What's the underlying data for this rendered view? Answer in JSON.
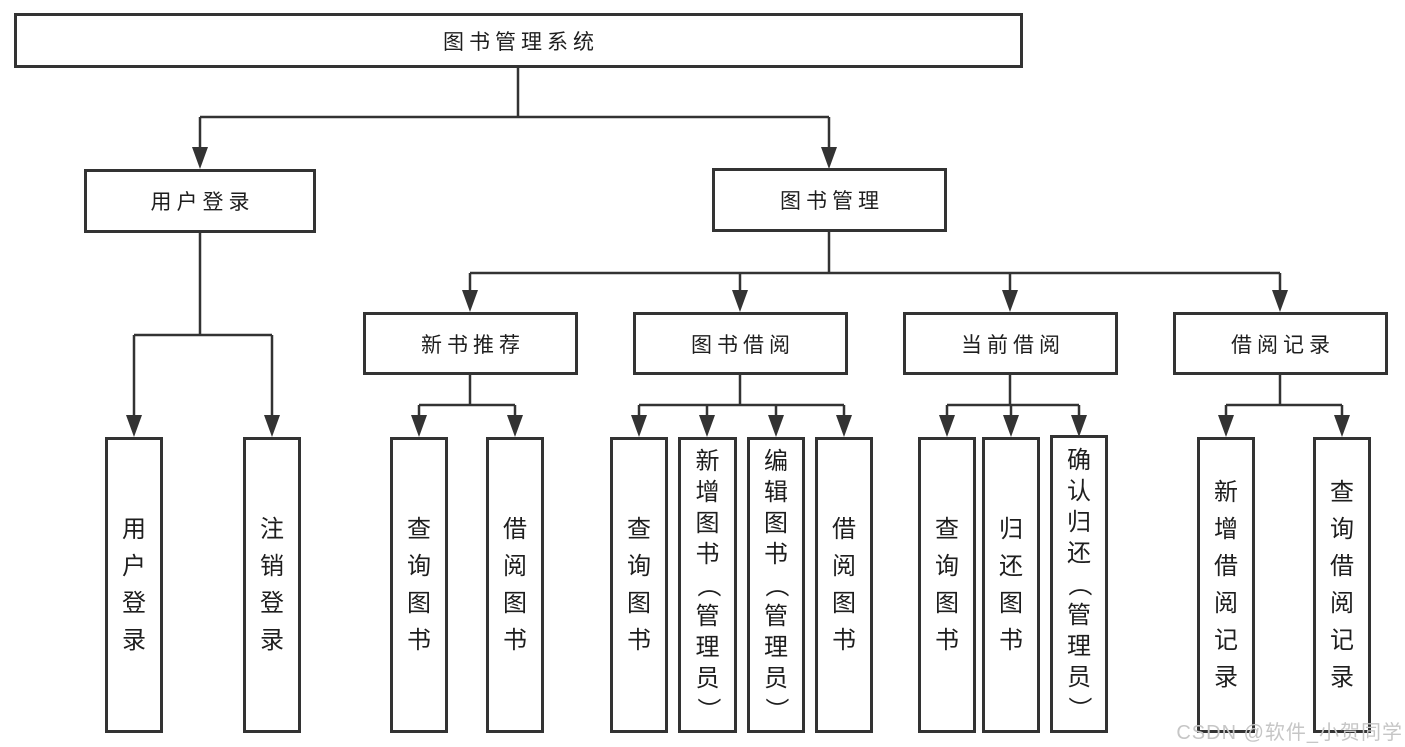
{
  "page": {
    "background": "#ffffff",
    "watermark": "CSDN @软件_小贺同学"
  },
  "diagram": {
    "type": "hierarchy-tree",
    "colors": {
      "line": "#333333",
      "box_border": "#333333",
      "text": "#1e1e1e",
      "watermark_text": "#c6c6c6"
    },
    "root": {
      "label": "图书管理系统"
    },
    "level2": [
      {
        "label": "用户登录",
        "parent": "图书管理系统"
      },
      {
        "label": "图书管理",
        "parent": "图书管理系统"
      }
    ],
    "level3": [
      {
        "label": "新书推荐",
        "parent": "图书管理"
      },
      {
        "label": "图书借阅",
        "parent": "图书管理"
      },
      {
        "label": "当前借阅",
        "parent": "图书管理"
      },
      {
        "label": "借阅记录",
        "parent": "图书管理"
      }
    ],
    "leaves": [
      {
        "label": "用户登录",
        "parent": "用户登录"
      },
      {
        "label": "注销登录",
        "parent": "用户登录"
      },
      {
        "label": "查询图书",
        "parent": "新书推荐"
      },
      {
        "label": "借阅图书",
        "parent": "新书推荐"
      },
      {
        "label": "查询图书",
        "parent": "图书借阅"
      },
      {
        "label": "新增图书（管理员）",
        "parent": "图书借阅"
      },
      {
        "label": "编辑图书（管理员）",
        "parent": "图书借阅"
      },
      {
        "label": "借阅图书",
        "parent": "图书借阅"
      },
      {
        "label": "查询图书",
        "parent": "当前借阅"
      },
      {
        "label": "归还图书",
        "parent": "当前借阅"
      },
      {
        "label": "确认归还（管理员）",
        "parent": "当前借阅"
      },
      {
        "label": "新增借阅记录",
        "parent": "借阅记录"
      },
      {
        "label": "查询借阅记录",
        "parent": "借阅记录"
      }
    ]
  }
}
